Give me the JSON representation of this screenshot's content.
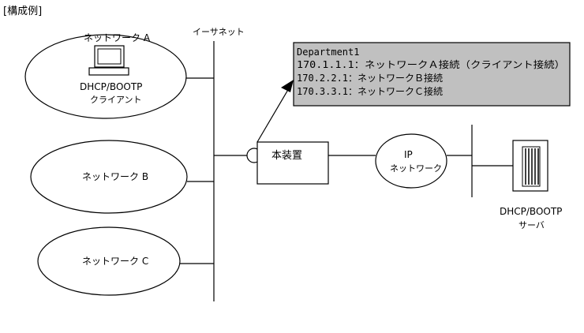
{
  "caption": "[構成例]",
  "ethernet_label": "イーサネット",
  "networks": [
    {
      "label": "ネットワーク A",
      "device_label_1": "DHCP/BOOTP",
      "device_label_2": "クライアント"
    },
    {
      "label": "ネットワーク B"
    },
    {
      "label": "ネットワーク C"
    }
  ],
  "device": {
    "label": "本装置"
  },
  "ip_network": {
    "line1": "IP",
    "line2": "ネットワーク"
  },
  "server": {
    "label_1": "DHCP/BOOTP",
    "label_2": "サーバ"
  },
  "callout": {
    "lines": [
      "Department1",
      "170.1.1.1：ネットワークＡ接続（クライアント接続）",
      "170.2.2.1：ネットワークＢ接続",
      "170.3.3.1：ネットワークＣ接続"
    ],
    "background": "#c0c0c0"
  },
  "icons": [
    "computer-monitor-icon",
    "server-rack-icon"
  ]
}
